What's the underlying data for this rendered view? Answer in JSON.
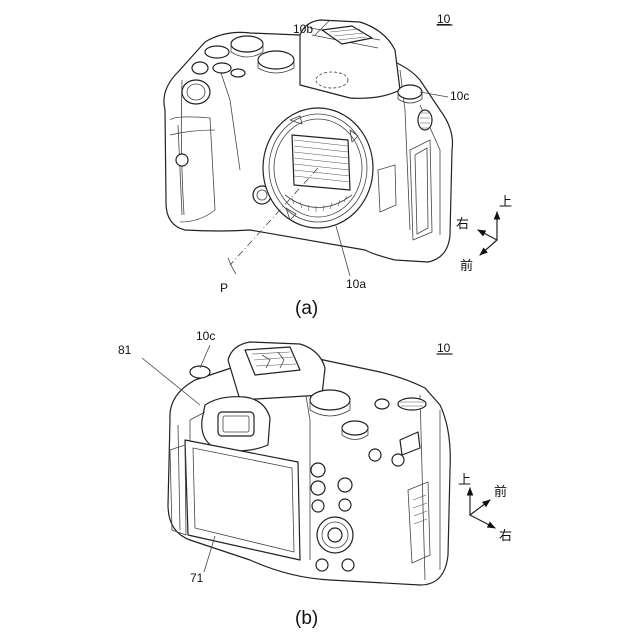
{
  "figure_a": {
    "ref_number": "10",
    "labels": {
      "top_cover": "10b",
      "dial": "10c",
      "mount": "10a",
      "optical_axis": "P"
    },
    "directions": {
      "up": "上",
      "right": "右",
      "front": "前"
    },
    "caption": "(a)"
  },
  "figure_b": {
    "ref_number": "10",
    "labels": {
      "dial": "10c",
      "viewfinder": "81",
      "monitor": "71"
    },
    "directions": {
      "up": "上",
      "front": "前",
      "right": "右"
    },
    "caption": "(b)"
  }
}
